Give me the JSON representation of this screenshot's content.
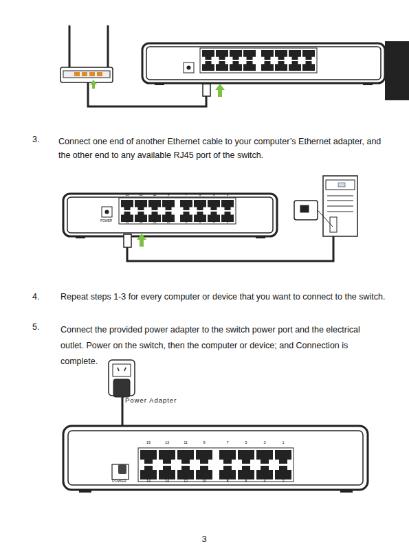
{
  "diagram": {
    "labels": [
      "3.",
      "Connect one end of another Ethernet cable to your computer’s Ethernet adapter, and the other end to any available RJ45 port of the switch.",
      "4.",
      "Repeat steps 1-3 for every computer or device that you want to connect to the switch.",
      "5.",
      "Connect the provided power adapter to the switch power port and the electrical outlet. Power on the switch, then the computer or device; and Connection is complete.",
      "Power Adapter",
      "POWER",
      "14",
      "14",
      "12",
      "10",
      "8",
      "6",
      "4",
      "2",
      "15",
      "13",
      "11",
      "9",
      "7",
      "5",
      "3",
      "1",
      "POWER",
      "16",
      "14",
      "12",
      "10",
      "8",
      "6",
      "4",
      "2",
      "15",
      "13",
      "11",
      "9",
      "7",
      "5",
      "3",
      "1",
      "3"
    ]
  }
}
